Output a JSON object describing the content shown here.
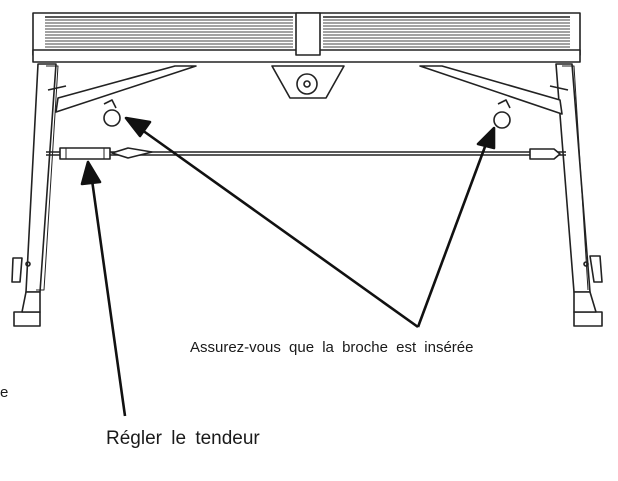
{
  "labels": {
    "pin_inserted": "Assurez-vous que la broche est insérée",
    "adjust_tensioner": "Régler le tendeur",
    "cropped_fragment": "e"
  },
  "colors": {
    "line": "#222222",
    "background": "#ffffff"
  }
}
